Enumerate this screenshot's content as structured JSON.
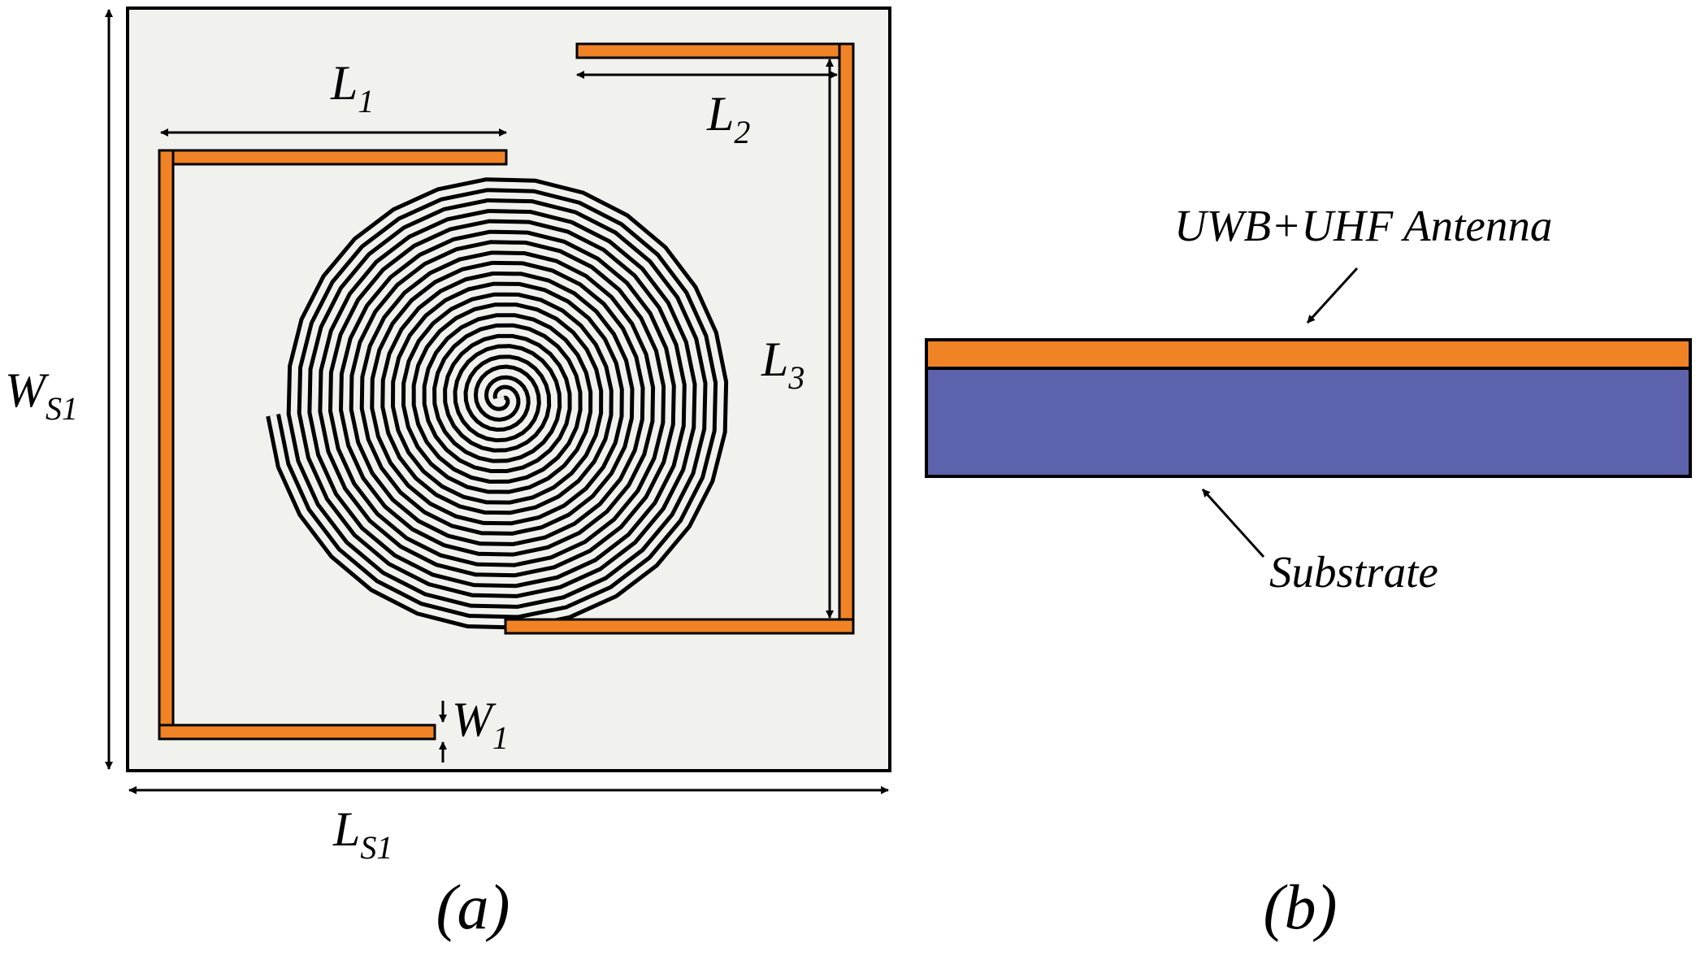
{
  "figure": {
    "panel_a": {
      "caption": "(a)",
      "labels": {
        "L1": {
          "main": "L",
          "sub": "1"
        },
        "L2": {
          "main": "L",
          "sub": "2"
        },
        "L3": {
          "main": "L",
          "sub": "3"
        },
        "W1": {
          "main": "W",
          "sub": "1"
        },
        "WS1": {
          "main": "W",
          "sub": "S1"
        },
        "LS1": {
          "main": "L",
          "sub": "S1"
        }
      }
    },
    "panel_b": {
      "caption": "(b)",
      "antenna_label": "UWB+UHF Antenna",
      "substrate_label": "Substrate"
    }
  },
  "colors": {
    "copper": "#f08325",
    "substrate_side": "#5c62ab",
    "board_fill": "#f1f2ee",
    "outline": "#000000"
  }
}
